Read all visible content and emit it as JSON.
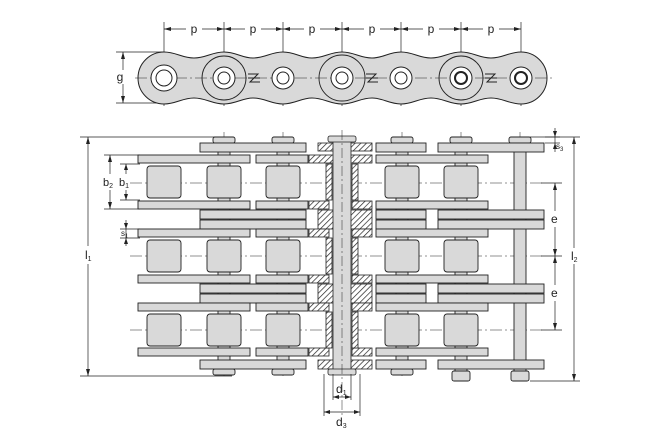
{
  "side_view": {
    "dimensions": {
      "pitch_label": "p",
      "height_label": "g"
    }
  },
  "front_view": {
    "dimensions": {
      "b2": "b",
      "b2_sub": "2",
      "b1": "b",
      "b1_sub": "1",
      "s1": "s",
      "s1_sub": "1",
      "s3": "s",
      "s3_sub": "3",
      "l1": "l",
      "l1_sub": "1",
      "l2": "l",
      "l2_sub": "2",
      "e_upper": "e",
      "e_lower": "e",
      "d1": "d",
      "d1_sub": "1",
      "d3": "d",
      "d3_sub": "3"
    }
  },
  "colors": {
    "plate_fill": "#d9d9d9",
    "outline": "#222222",
    "background": "#ffffff"
  }
}
